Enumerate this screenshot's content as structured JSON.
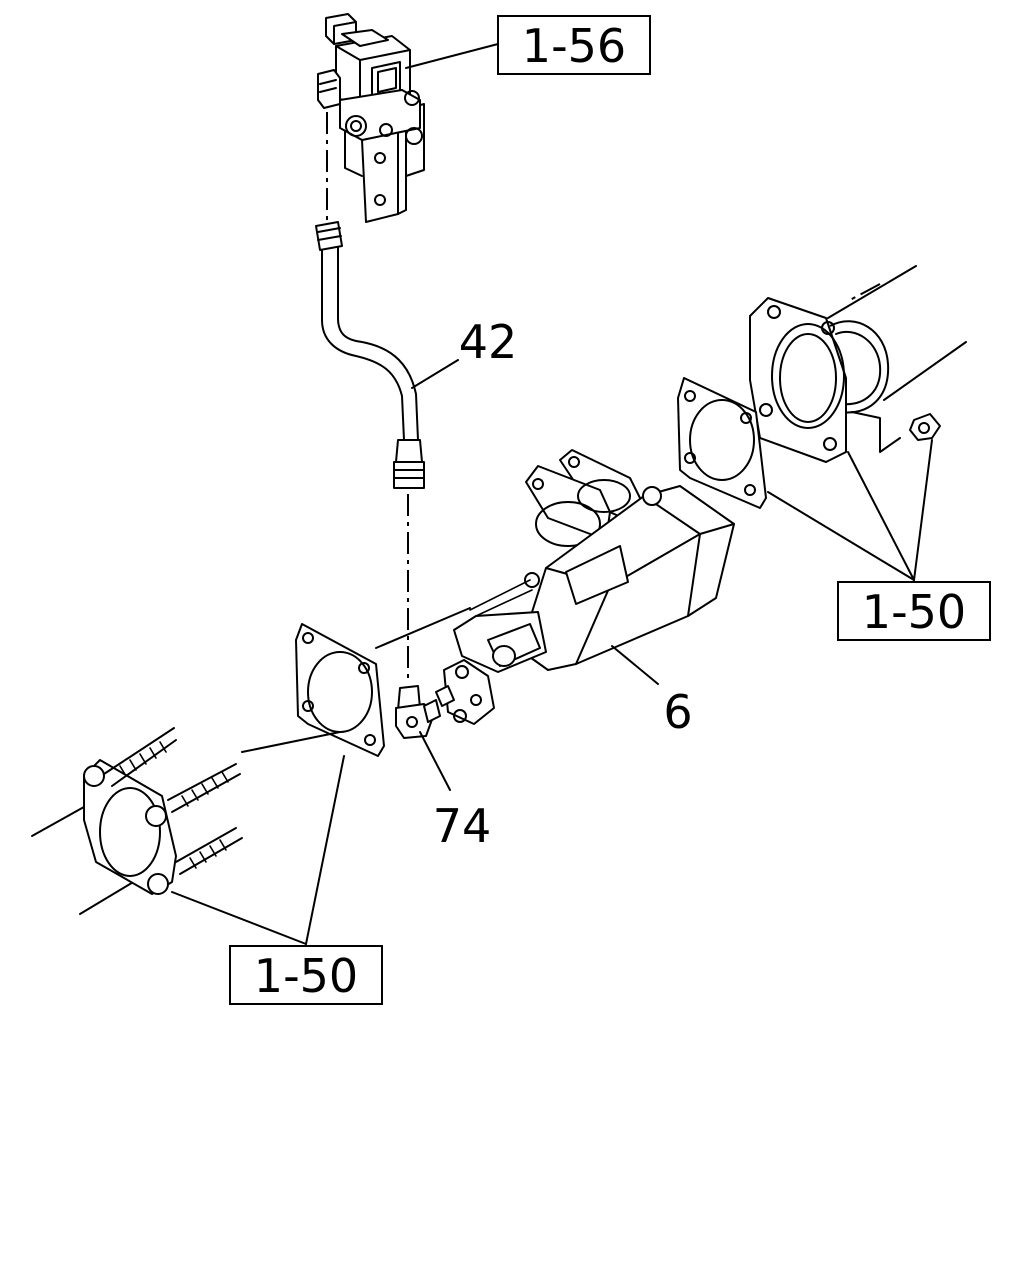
{
  "references": {
    "ref_top": "1-56",
    "ref_right": "1-50",
    "ref_left": "1-50"
  },
  "callouts": {
    "hose": "42",
    "valve_body": "6",
    "elbow_fitting": "74"
  }
}
